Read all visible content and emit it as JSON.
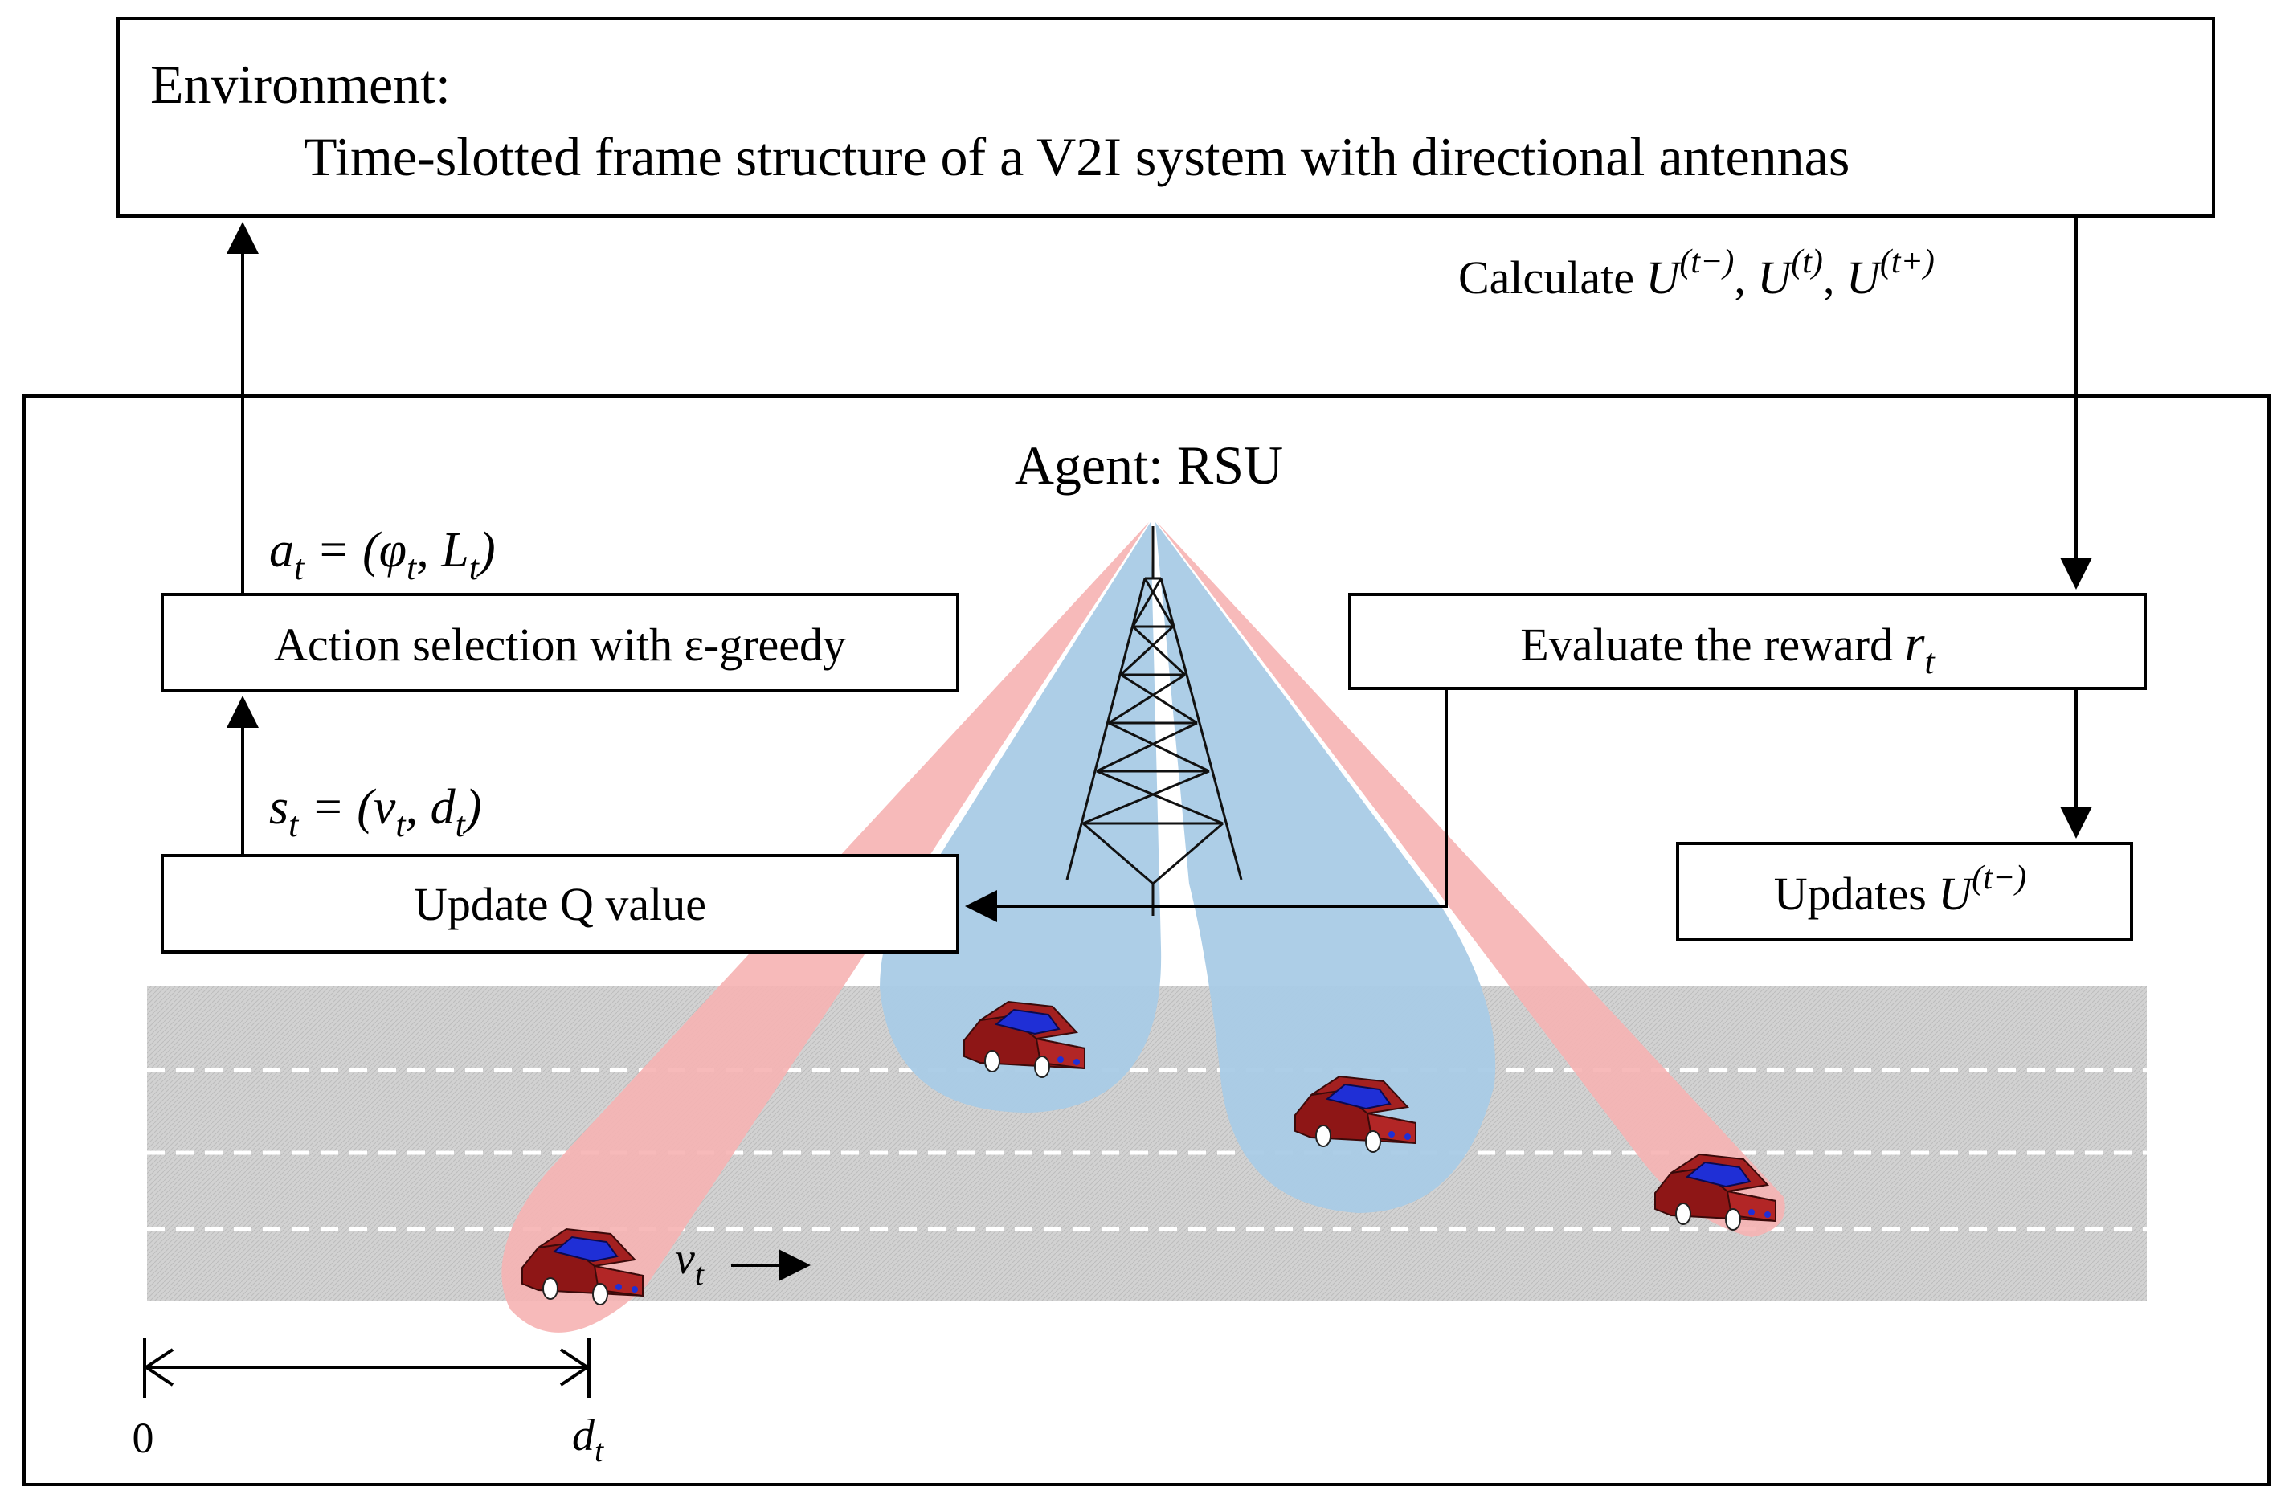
{
  "environment": {
    "label": "Environment:",
    "description": "Time-slotted frame structure of a V2I system with directional antennas"
  },
  "agent": {
    "label": "Agent: RSU"
  },
  "calculate": {
    "prefix": "Calculate",
    "u_symbol": "U",
    "sup_minus": "(t−)",
    "sup_t": "(t)",
    "sup_plus": "(t+)"
  },
  "action": {
    "box_label": "Action selection with ε-greedy",
    "eq_a": "a",
    "eq_sub": "t",
    "eq_rest": " = (φ",
    "eq_sub2": "t",
    "eq_sep": ", L",
    "eq_sub3": "t",
    "eq_close": ")"
  },
  "state": {
    "eq_s": "s",
    "eq_sub": "t",
    "eq_rest": " = (v",
    "eq_sub2": "t",
    "eq_sep": ", d",
    "eq_sub3": "t",
    "eq_close": ")"
  },
  "update_q": {
    "label": "Update Q value"
  },
  "reward": {
    "label": "Evaluate the reward",
    "symbol": "r",
    "sub": "t"
  },
  "updates_u": {
    "label": "Updates",
    "symbol": "U",
    "sup": "(t−)"
  },
  "velocity": {
    "symbol": "v",
    "sub": "t"
  },
  "distance": {
    "origin": "0",
    "symbol": "d",
    "sub": "t"
  },
  "colors": {
    "beam_red": "#f6b3b3",
    "beam_blue": "#a9cbe6",
    "road": "#cfcfcf",
    "car_body": "#9b1c1c",
    "car_window": "#1f2fd6"
  }
}
